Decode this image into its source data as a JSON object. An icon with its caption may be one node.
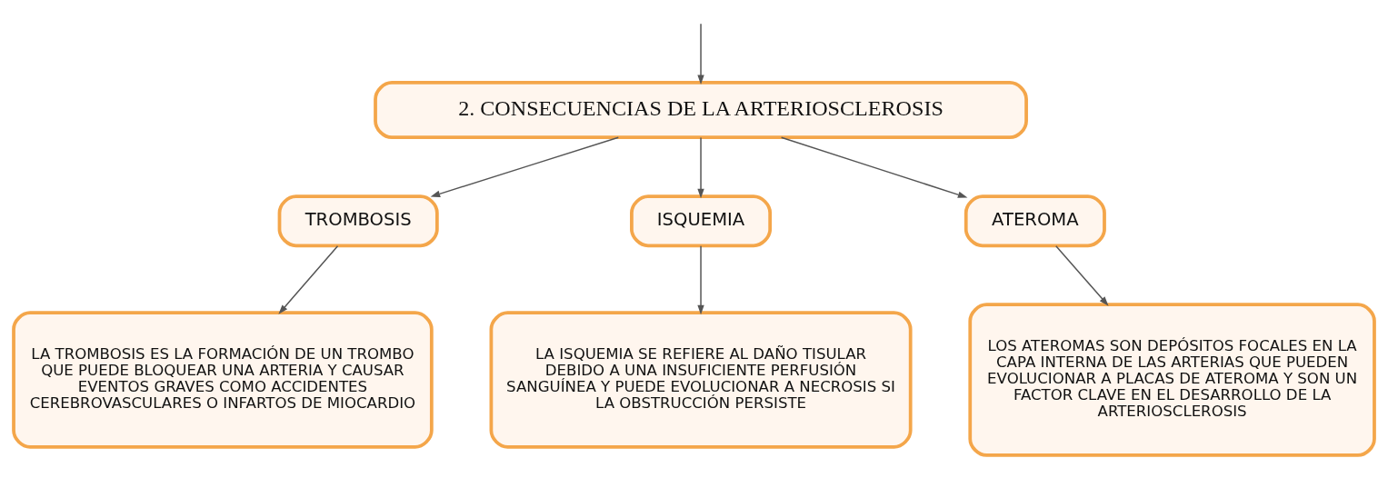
{
  "diagram": {
    "nodes": [
      {
        "text": [
          "2. CONSECUENCIAS DE LA ARTERIOSCLEROSIS"
        ]
      },
      {
        "text": [
          "TROMBOSIS"
        ]
      },
      {
        "text": [
          "ISQUEMIA"
        ]
      },
      {
        "text": [
          "ATEROMA"
        ]
      },
      {
        "text": [
          "LA TROMBOSIS ES LA FORMACIÓN DE UN TROMBO QUE PUEDE BLOQUEAR UNA ARTERIA Y CAUSAR EVENTOS GRAVES COMO ACCIDENTES CEREBROVASCULARES O INFARTOS DE MIOCARDIO"
        ]
      },
      {
        "text": [
          "LA ISQUEMIA SE REFIERE AL DAÑO TISULAR DEBIDO A UNA INSUFICIENTE PERFUSIÓN SANGUÍNEA Y PUEDE EVOLUCIONAR A NECROSIS SI LA OBSTRUCCIÓN PERSISTE"
        ]
      },
      {
        "text": [
          "LOS ATEROMAS SON DEPÓSITOS FOCALES EN LA CAPA INTERNA DE LAS ARTERIAS QUE PUEDEN EVOLUCIONAR A PLACAS DE ATEROMA Y SON UN FACTOR CLAVE EN EL DESARROLLO DE LA ARTERIOSCLEROSIS"
        ]
      }
    ],
    "edges": [
      {
        "from": null,
        "to": 0,
        "arrow": "to"
      },
      {
        "from": 0,
        "to": 1,
        "arrow": "to"
      },
      {
        "from": 0,
        "to": 2,
        "arrow": "to"
      },
      {
        "from": 0,
        "to": 3,
        "arrow": "to"
      },
      {
        "from": 1,
        "to": 4,
        "arrow": "to"
      },
      {
        "from": 2,
        "to": 5,
        "arrow": "to"
      },
      {
        "from": 3,
        "to": 6,
        "arrow": "to"
      }
    ]
  }
}
